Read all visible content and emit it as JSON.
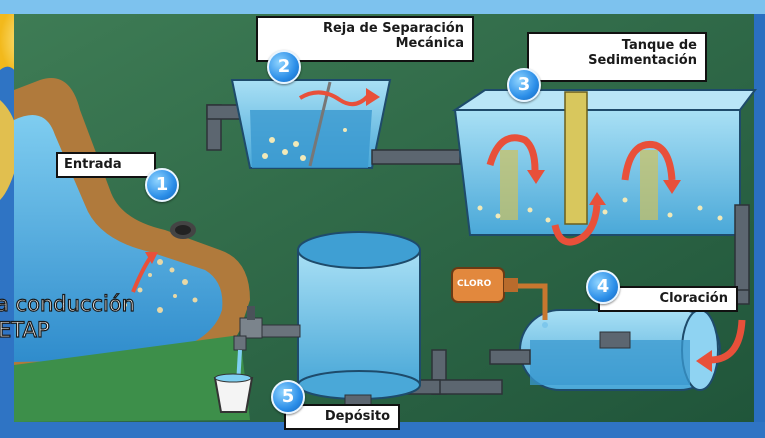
{
  "labels": {
    "entrada": "Entrada",
    "reja_line1": "Reja de Separación",
    "reja_line2": "Mecánica",
    "tanque_line1": "Tanque de",
    "tanque_line2": "Sedimentación",
    "cloracion": "Cloración",
    "deposito": "Depósito",
    "cloro": "CLORO"
  },
  "steps": [
    "1",
    "2",
    "3",
    "4",
    "5"
  ],
  "side_text": {
    "line1": "a conducción",
    "line2": "ETAP"
  },
  "colors": {
    "background": "#2a6fc0",
    "panel": "#2c6a43",
    "water": "#3f9fd3",
    "arrow": "#e8503a",
    "badge": "#2b8ee8"
  }
}
